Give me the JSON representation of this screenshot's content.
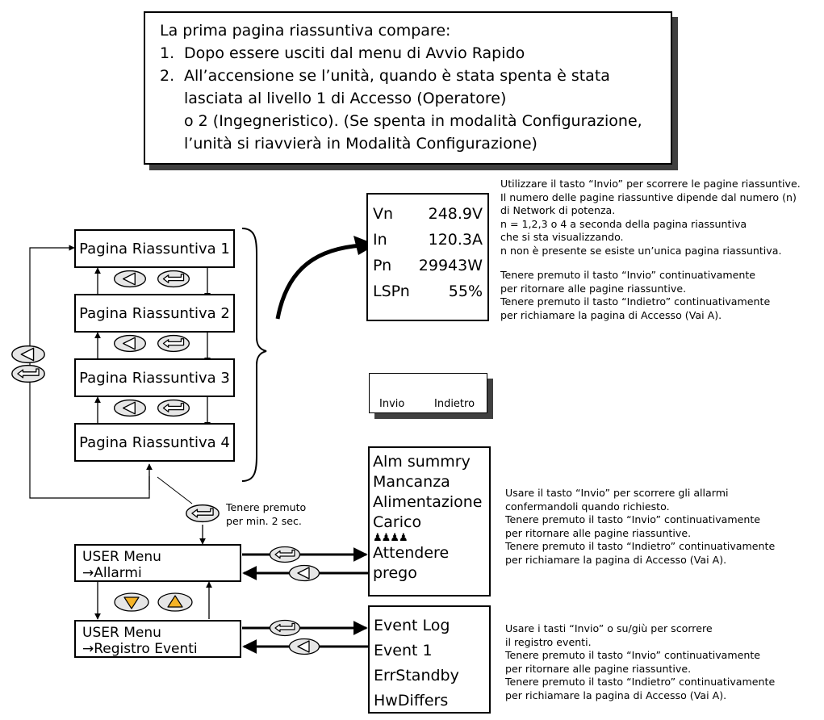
{
  "intro": {
    "heading": "La prima pagina riassuntiva compare:",
    "items": [
      {
        "num": "1.",
        "lines": [
          "Dopo essere usciti dal menu di Avvio Rapido"
        ]
      },
      {
        "num": "2.",
        "lines": [
          "All’accensione se l’unità, quando è stata spenta è stata",
          "lasciata al livello 1 di Accesso (Operatore)",
          "o 2 (Ingegneristico). (Se spenta in modalità Configurazione,",
          "l’unità si riavvierà in Modalità Configurazione)"
        ]
      }
    ]
  },
  "summary_pages": [
    "Pagina Riassuntiva 1",
    "Pagina Riassuntiva 2",
    "Pagina Riassuntiva 3",
    "Pagina Riassuntiva 4"
  ],
  "summary_display": {
    "rows": [
      {
        "label": "Vn",
        "value": "248.9V"
      },
      {
        "label": "In",
        "value": "120.3A"
      },
      {
        "label": "Pn",
        "value": "29943W"
      },
      {
        "label": "LSPn",
        "value": "55%"
      }
    ]
  },
  "summary_note": {
    "lines": [
      "Utilizzare il tasto “Invio” per scorrere le pagine riassuntive.",
      "Il numero delle pagine riassuntive dipende dal numero (n)",
      "di Network di potenza.",
      "n = 1,2,3 o 4 a seconda della pagina riassuntiva",
      "che si sta visualizzando.",
      "n non è presente se esiste un’unica pagina riassuntiva.",
      "",
      "Tenere premuto il tasto “Invio” continuativamente",
      "per ritornare alle pagine riassuntive.",
      "Tenere premuto il tasto “Indietro” continuativamente",
      "per richiamare la pagina di Accesso (Vai A)."
    ]
  },
  "legend": {
    "enter_label": "Invio",
    "back_label": "Indietro"
  },
  "hold_note": {
    "line1": "Tenere premuto",
    "line2": "per min. 2 sec."
  },
  "user_menus": [
    {
      "line1": "USER Menu",
      "line2": "→Allarmi"
    },
    {
      "line1": "USER Menu",
      "line2": "→Registro Eventi"
    }
  ],
  "alarm_display": {
    "lines": [
      "Alm summry",
      "Mancanza",
      "Alimentazione",
      "Carico",
      "♟♟♟♟",
      "Attendere",
      "prego"
    ]
  },
  "alarm_note": {
    "lines": [
      "Usare il tasto “Invio” per scorrere gli allarmi",
      "confermandoli quando richiesto.",
      "Tenere premuto il tasto “Invio” continuativamente",
      "per ritornare alle pagine riassuntive.",
      "Tenere premuto il tasto “Indietro” continuativamente",
      "per richiamare la pagina di Accesso (Vai A)."
    ]
  },
  "event_display": {
    "lines": [
      "Event Log",
      "Event 1",
      "ErrStandby",
      "HwDiffers"
    ]
  },
  "event_note": {
    "lines": [
      "Usare i tasti “Invio” o su/giù per scorrere",
      "il registro eventi.",
      "Tenere premuto il tasto “Invio” continuativamente",
      "per ritornare alle pagine riassuntive.",
      "Tenere premuto il tasto “Indietro” continuativamente",
      "per richiamare la pagina di Accesso (Vai A)."
    ]
  },
  "colors": {
    "updown_key": "#f5b326",
    "key_fill": "#e6e6e6",
    "shadow": "#404040"
  }
}
